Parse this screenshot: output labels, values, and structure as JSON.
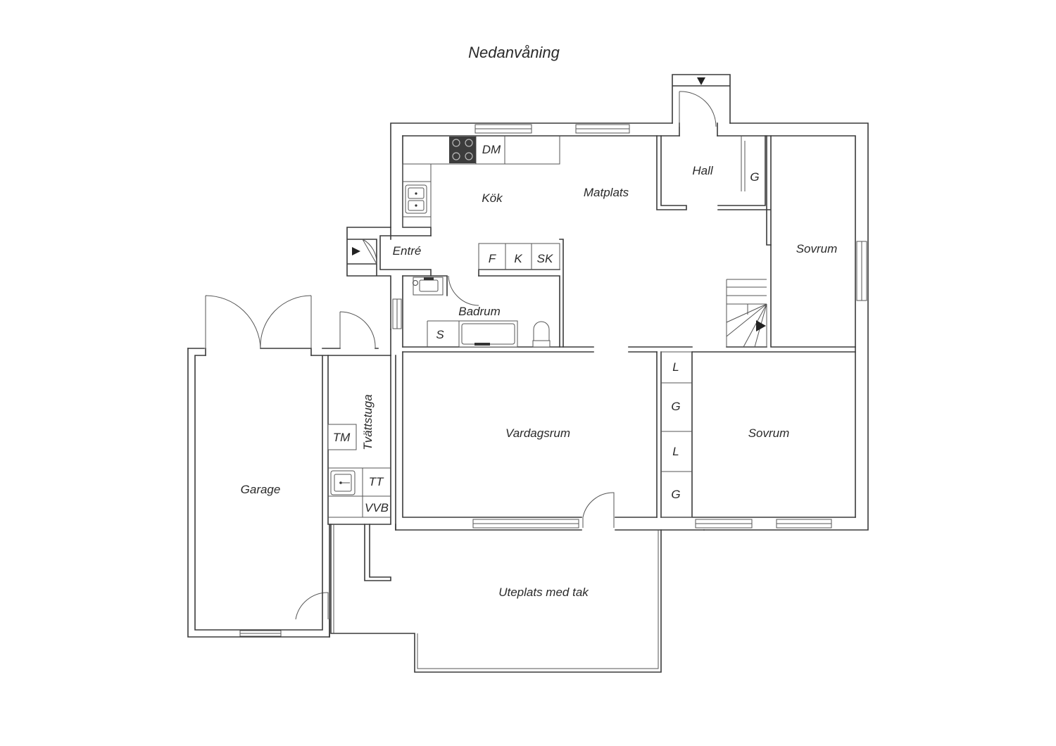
{
  "title": "Nedanvåning",
  "rooms": {
    "kok": "Kök",
    "matplats": "Matplats",
    "hall": "Hall",
    "sovrum_1": "Sovrum",
    "entre": "Entré",
    "badrum": "Badrum",
    "vardagsrum": "Vardagsrum",
    "sovrum_2": "Sovrum",
    "tvattstuga": "Tvättstuga",
    "garage": "Garage",
    "uteplats": "Uteplats med tak"
  },
  "fixtures": {
    "dm": "DM",
    "f": "F",
    "k": "K",
    "sk": "SK",
    "s": "S",
    "g_hall": "G",
    "l1": "L",
    "g1": "G",
    "l2": "L",
    "g2": "G",
    "tm": "TM",
    "tt": "TT",
    "vvb": "VVB"
  },
  "colors": {
    "line": "#3a3a3a",
    "stove": "#3c3c3c"
  }
}
